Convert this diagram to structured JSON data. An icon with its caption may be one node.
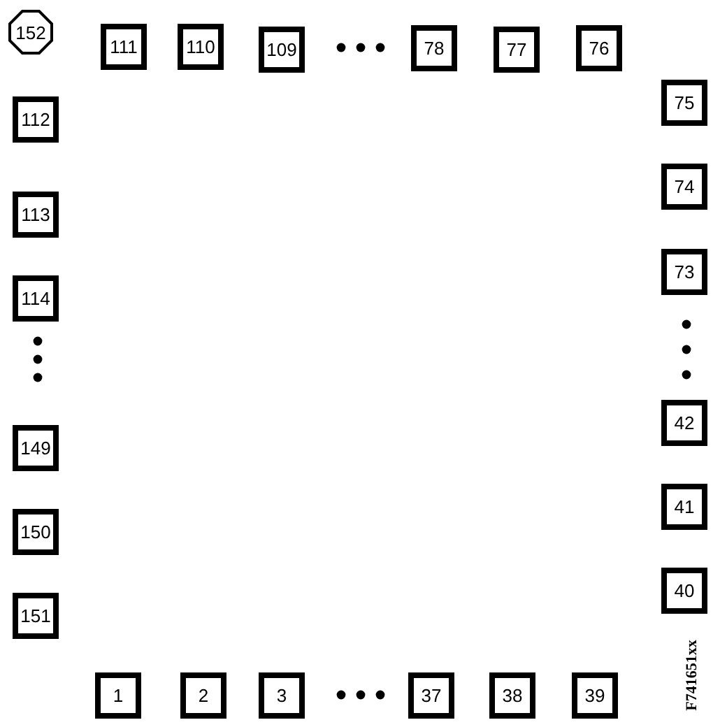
{
  "diagram": {
    "nodes": [
      {
        "text": [
          "152"
        ]
      },
      {
        "text": [
          "111"
        ]
      },
      {
        "text": [
          "110"
        ]
      },
      {
        "text": [
          "109"
        ]
      },
      {
        "text": [
          "78"
        ]
      },
      {
        "text": [
          "77"
        ]
      },
      {
        "text": [
          "76"
        ]
      },
      {
        "text": [
          "112"
        ]
      },
      {
        "text": [
          "113"
        ]
      },
      {
        "text": [
          "114"
        ]
      },
      {
        "text": [
          "149"
        ]
      },
      {
        "text": [
          "150"
        ]
      },
      {
        "text": [
          "151"
        ]
      },
      {
        "text": [
          "75"
        ]
      },
      {
        "text": [
          "74"
        ]
      },
      {
        "text": [
          "73"
        ]
      },
      {
        "text": [
          "42"
        ]
      },
      {
        "text": [
          "41"
        ]
      },
      {
        "text": [
          "40"
        ]
      },
      {
        "text": [
          "1"
        ]
      },
      {
        "text": [
          "2"
        ]
      },
      {
        "text": [
          "3"
        ]
      },
      {
        "text": [
          "37"
        ]
      },
      {
        "text": [
          "38"
        ]
      },
      {
        "text": [
          "39"
        ]
      }
    ],
    "labels": [
      "F741651xx"
    ]
  }
}
